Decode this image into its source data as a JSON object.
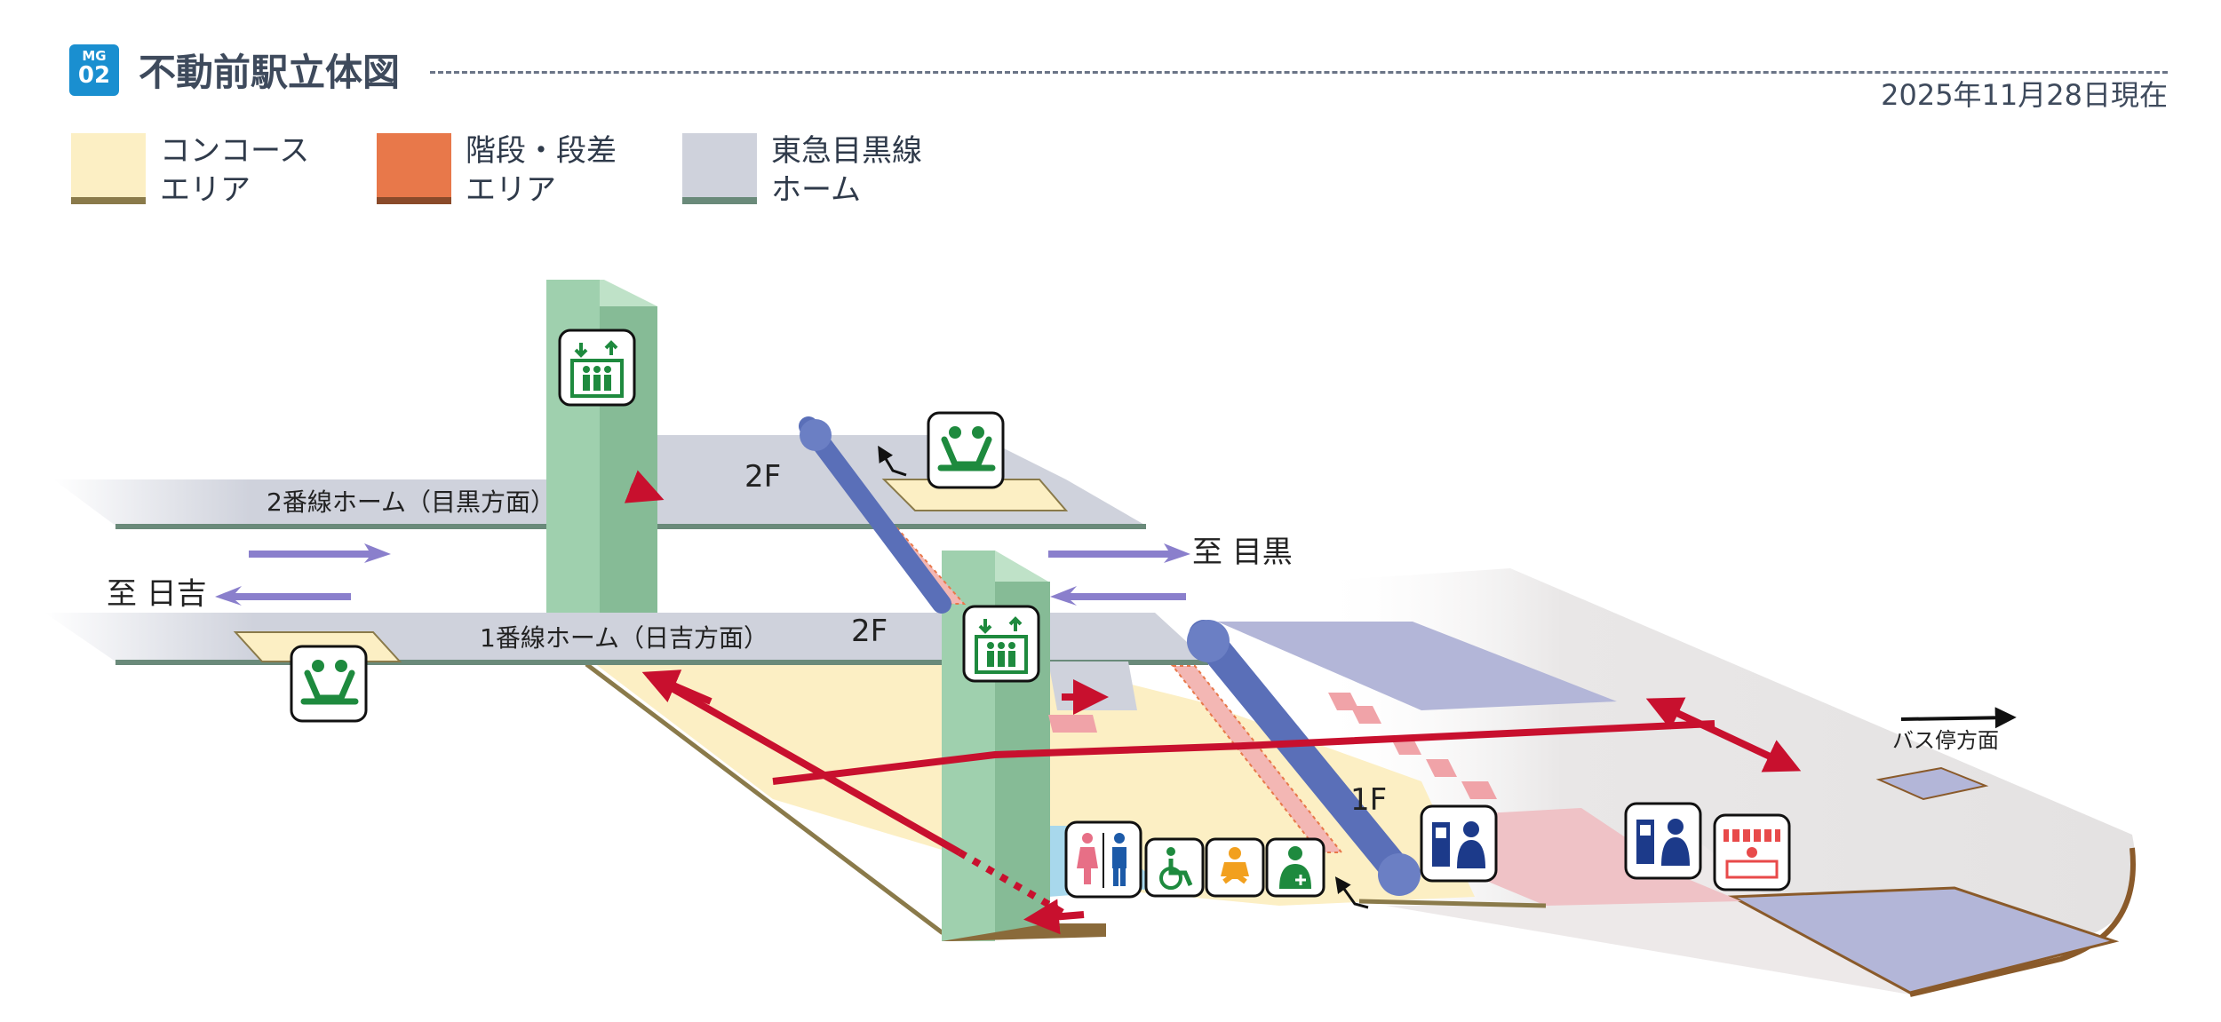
{
  "header": {
    "line_code": "MG",
    "station_number": "02",
    "title": "不動前駅立体図",
    "date": "2025年11月28日現在"
  },
  "legend": [
    {
      "label": "コンコース\nエリア",
      "color": "#fcefc4",
      "edge": "#8a7a4a"
    },
    {
      "label": "階段・段差\nエリア",
      "color": "#e8784a",
      "edge": "#8a4a2a"
    },
    {
      "label": "東急目黒線\nホーム",
      "color": "#cfd2dc",
      "edge": "#6a8a7a"
    }
  ],
  "colors": {
    "platform": "#cfd2dc",
    "concourse": "#fcefc4",
    "elevator": "#93c9a4",
    "escalator": "#6b7fc4",
    "route": "#c8102e",
    "ground": "#e6e4e4",
    "station_floor": "#b3b6d8"
  },
  "map": {
    "platform2_label": "2番線ホーム（目黒方面）",
    "platform1_label": "1番線ホーム（日吉方面）",
    "floor_2f_a": "2F",
    "floor_2f_b": "2F",
    "floor_1f": "1F",
    "to_meguro": "至 目黒",
    "to_hiyoshi": "至 日吉",
    "bus_direction": "バス停方面"
  },
  "icons": [
    "elevator-icon",
    "elevator-icon",
    "waiting-bench-icon",
    "waiting-bench-icon",
    "restroom-icon",
    "wheelchair-icon",
    "baby-care-icon",
    "ostomy-icon",
    "ticket-machine-icon",
    "ticket-machine-icon",
    "shop-icon"
  ]
}
